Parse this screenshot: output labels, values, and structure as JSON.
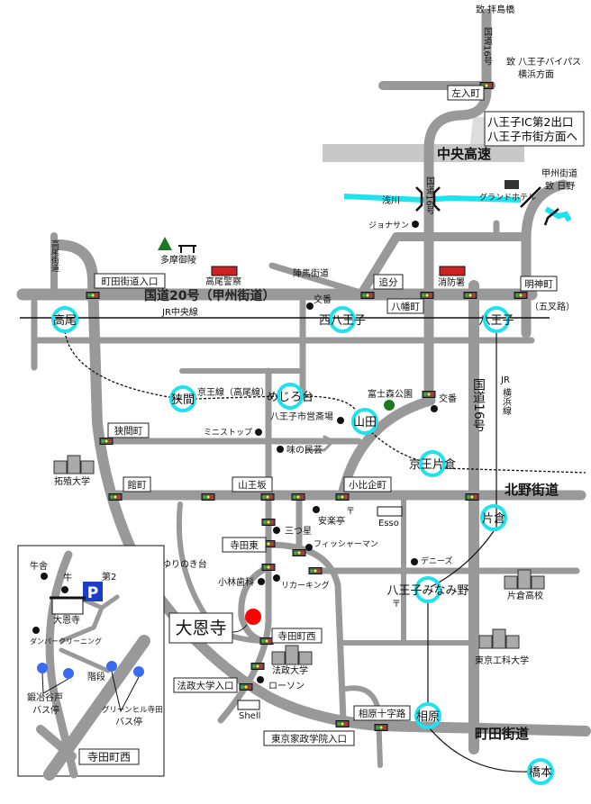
{
  "directions": {
    "haijima": "致 拝島橋",
    "bypass": "致 八王子バイパス",
    "yokohama": "横浜方面",
    "hino_road": "甲州街道",
    "hino": "致 日野",
    "ic_line1": "八王子IC第2出口",
    "ic_line2": "八王子市街方面へ",
    "gosaro": "（五叉路）"
  },
  "roads": {
    "route16_north": "国道16号",
    "route16_mid": "国道16号",
    "route16_south": "国道16号",
    "chuo_expressway": "中央高速",
    "route20": "国道20号（甲州街道）",
    "jinba": "陣馬街道",
    "takao_kaido": "高尾街道",
    "kitano": "北野街道",
    "machida": "町田街道"
  },
  "rail": {
    "chuo": "JR中央線",
    "keio": "京王線（高尾線）",
    "yokohama_1": "JR",
    "yokohama_2": "横浜線"
  },
  "river": "浅川",
  "stations": [
    "高尾",
    "西八王子",
    "八王子",
    "狭間",
    "めじろ台",
    "山田",
    "京王片倉",
    "片倉",
    "八王子みなみ野",
    "相原",
    "橋本"
  ],
  "intersections": [
    "左入町",
    "町田街道入口",
    "追分",
    "八幡町",
    "明神町",
    "狭間町",
    "館町",
    "山王坂",
    "小比企町",
    "寺田東",
    "寺田町西",
    "法政大学入口",
    "相原十字路",
    "東京家政学院入口"
  ],
  "landmarks": {
    "hotel": "グランドホテル",
    "jonathan": "ジョナサン",
    "tama_goryo": "多摩御陵",
    "police": "高尾警察",
    "fire": "消防署",
    "koban1": "交番",
    "koban2": "交番",
    "fujimori": "富士森公園",
    "saijo": "八王子市営斎場",
    "ministop": "ミニストップ",
    "aji": "味の民芸",
    "takushoku": "拓殖大学",
    "anrakutei": "安楽亭",
    "esso": "Esso",
    "mitsuboshi": "三つ星",
    "fisherman": "フィッシャーマン",
    "yurinoki": "ゆりのき台",
    "dennys": "デニーズ",
    "kobayashi": "小林歯科",
    "liquor": "リカーキング",
    "katakura_hs": "片倉高校",
    "hosei": "法政大学",
    "koka": "東京工科大学",
    "lawson": "ローソン",
    "shell": "Shell",
    "post1": "〒",
    "post2": "〒"
  },
  "destination": "大恩寺",
  "inset": {
    "cowshed": "牛舎",
    "cow": "牛",
    "parking": "P",
    "parking2": "第2",
    "temple": "大恩寺",
    "cleaning": "ダンパークリーニング",
    "stairs": "階段",
    "bus1_name": "鍛冶谷戸",
    "bus1_stop": "バス停",
    "bus2_name": "グリーンヒル寺田",
    "bus2_stop": "バス停",
    "intersection": "寺田町西"
  },
  "colors": {
    "road": "#999999",
    "station": "#1ee3ee",
    "river": "#1ee3ee",
    "destination": "#ff0000",
    "bus_stop": "#3b6bef",
    "parking": "#1a3ec8"
  }
}
